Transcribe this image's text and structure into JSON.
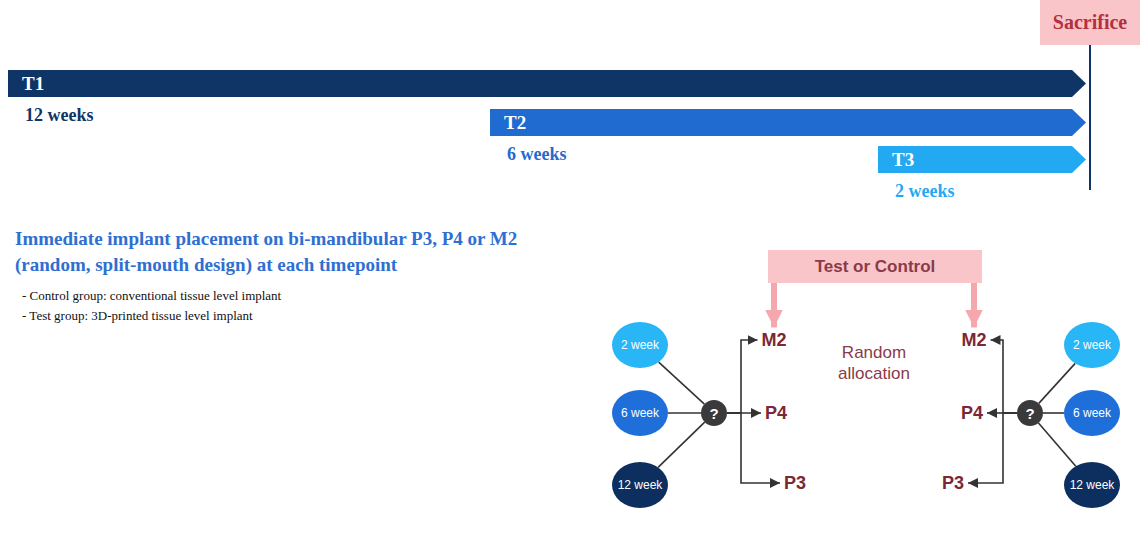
{
  "diagram": {
    "nodes": [
      {
        "text": [
          "Sacrifice"
        ]
      },
      {
        "text": [
          "T1",
          "12 weeks"
        ]
      },
      {
        "text": [
          "T2",
          "6 weeks"
        ]
      },
      {
        "text": [
          "T3",
          "2 weeks"
        ]
      },
      {
        "text": [
          "Test or Control"
        ]
      },
      {
        "text": [
          "Random allocation"
        ]
      },
      {
        "text": [
          "M2"
        ],
        "in": 5
      },
      {
        "text": [
          "P4"
        ],
        "in": 5
      },
      {
        "text": [
          "P3"
        ],
        "in": 5
      },
      {
        "text": [
          "M2"
        ],
        "in": 5
      },
      {
        "text": [
          "P4"
        ],
        "in": 5
      },
      {
        "text": [
          "P3"
        ],
        "in": 5
      },
      {
        "text": [
          "2 week"
        ]
      },
      {
        "text": [
          "6 week"
        ]
      },
      {
        "text": [
          "12 week"
        ]
      },
      {
        "text": [
          "?"
        ]
      },
      {
        "text": [
          "2 week"
        ]
      },
      {
        "text": [
          "6 week"
        ]
      },
      {
        "text": [
          "12 week"
        ]
      },
      {
        "text": [
          "?"
        ]
      }
    ],
    "edges": [
      {
        "from": 4,
        "to": 6,
        "arrow": "to"
      },
      {
        "from": 4,
        "to": 9,
        "arrow": "to"
      },
      {
        "from": 12,
        "to": 15,
        "arrow": "none"
      },
      {
        "from": 13,
        "to": 15,
        "arrow": "none"
      },
      {
        "from": 14,
        "to": 15,
        "arrow": "none"
      },
      {
        "from": 15,
        "to": 6,
        "arrow": "to"
      },
      {
        "from": 15,
        "to": 7,
        "arrow": "to"
      },
      {
        "from": 15,
        "to": 8,
        "arrow": "to"
      },
      {
        "from": 16,
        "to": 19,
        "arrow": "none"
      },
      {
        "from": 17,
        "to": 19,
        "arrow": "none"
      },
      {
        "from": 18,
        "to": 19,
        "arrow": "none"
      },
      {
        "from": 19,
        "to": 9,
        "arrow": "to"
      },
      {
        "from": 19,
        "to": 10,
        "arrow": "to"
      },
      {
        "from": 19,
        "to": 11,
        "arrow": "to"
      }
    ],
    "labels": [
      "Immediate implant placement on bi-mandibular P3, P4 or M2 (random, split-mouth design) at each timepoint",
      "- Control group: conventional tissue level implant",
      "- Test group: 3D-printed tissue level implant"
    ]
  }
}
